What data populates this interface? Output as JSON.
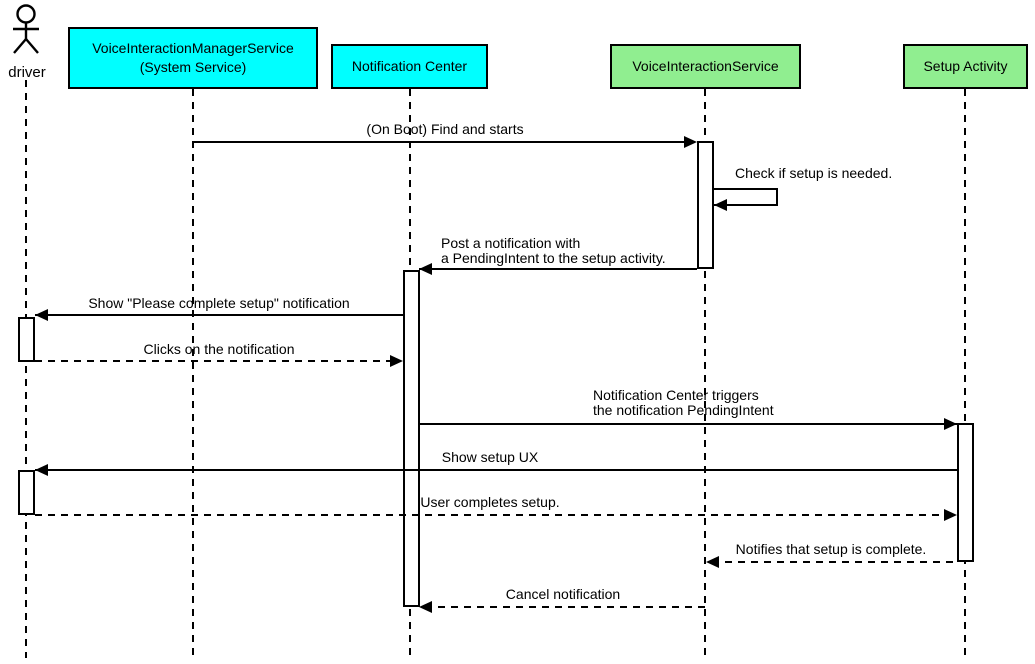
{
  "diagram": {
    "type": "uml-sequence-diagram",
    "participants": [
      {
        "id": "driver",
        "kind": "actor",
        "label": "driver"
      },
      {
        "id": "voice-interaction-manager-service",
        "kind": "object",
        "label_line1": "VoiceInteractionManagerService",
        "label_line2": "(System Service)",
        "fill": "#00FFFF"
      },
      {
        "id": "notification-center",
        "kind": "object",
        "label": "Notification Center",
        "fill": "#00FFFF"
      },
      {
        "id": "voice-interaction-service",
        "kind": "object",
        "label": "VoiceInteractionService",
        "fill": "#90EE90"
      },
      {
        "id": "setup-activity",
        "kind": "object",
        "label": "Setup Activity",
        "fill": "#90EE90"
      }
    ],
    "messages": [
      {
        "from": "voice-interaction-manager-service",
        "to": "voice-interaction-service",
        "style": "solid",
        "label": "(On Boot) Find and starts"
      },
      {
        "from": "voice-interaction-service",
        "to": "voice-interaction-service",
        "style": "solid",
        "label": "Check if setup is needed."
      },
      {
        "from": "voice-interaction-service",
        "to": "notification-center",
        "style": "solid",
        "label_line1": "Post a notification with",
        "label_line2": "a PendingIntent to the setup activity."
      },
      {
        "from": "notification-center",
        "to": "driver",
        "style": "solid",
        "label": "Show \"Please complete setup\" notification"
      },
      {
        "from": "driver",
        "to": "notification-center",
        "style": "dashed",
        "label": "Clicks on the notification"
      },
      {
        "from": "notification-center",
        "to": "setup-activity",
        "style": "solid",
        "label_line1": "Notification Center triggers",
        "label_line2": "the notification PendingIntent"
      },
      {
        "from": "setup-activity",
        "to": "driver",
        "style": "solid",
        "label": "Show setup UX"
      },
      {
        "from": "driver",
        "to": "setup-activity",
        "style": "dashed",
        "label": "User completes setup."
      },
      {
        "from": "setup-activity",
        "to": "voice-interaction-service",
        "style": "dashed",
        "label": "Notifies that setup is complete."
      },
      {
        "from": "voice-interaction-service",
        "to": "notification-center",
        "style": "dashed",
        "label": "Cancel notification"
      }
    ],
    "colors": {
      "system_fill": "#00FFFF",
      "service_fill": "#90EE90",
      "line": "#000000",
      "background": "#FFFFFF"
    }
  }
}
